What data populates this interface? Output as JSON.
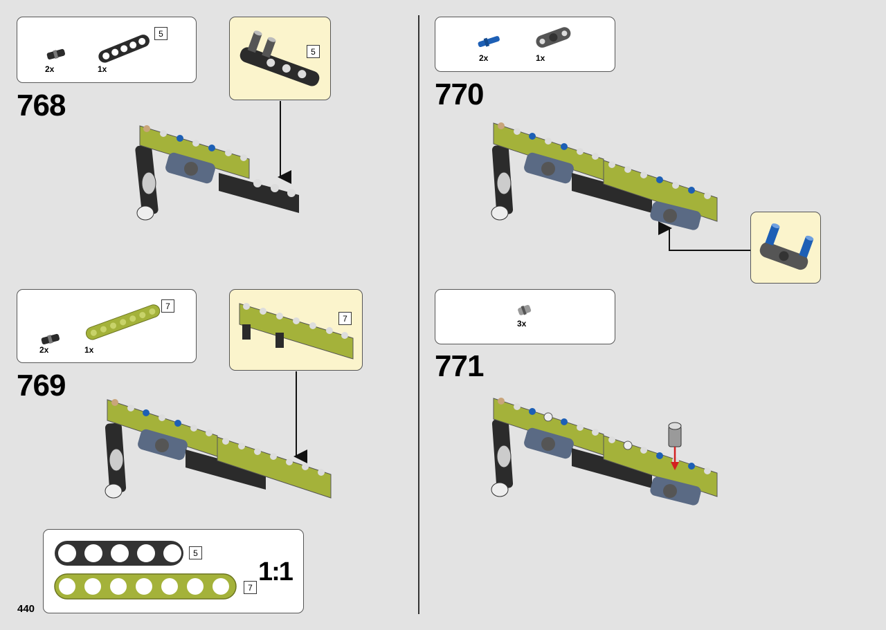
{
  "page": {
    "number": "440"
  },
  "steps": [
    {
      "number": "768",
      "parts": [
        {
          "qty": "2x",
          "icon": "pin-with-friction-icon"
        },
        {
          "qty": "1x",
          "icon": "black-beam-5-icon",
          "length": "5"
        }
      ],
      "callout_length": "5"
    },
    {
      "number": "769",
      "parts": [
        {
          "qty": "2x",
          "icon": "pin-with-friction-icon"
        },
        {
          "qty": "1x",
          "icon": "lime-beam-7-icon",
          "length": "7"
        }
      ],
      "callout_length": "7"
    },
    {
      "number": "770",
      "parts": [
        {
          "qty": "2x",
          "icon": "blue-axle-pin-icon"
        },
        {
          "qty": "1x",
          "icon": "gray-connector-icon"
        }
      ]
    },
    {
      "number": "771",
      "parts": [
        {
          "qty": "3x",
          "icon": "gray-pin-icon"
        }
      ]
    }
  ],
  "scale_reference": {
    "ratio": "1:1",
    "beams": [
      {
        "length": "5",
        "color": "#333333"
      },
      {
        "length": "7",
        "color": "#a4b23a"
      }
    ]
  },
  "colors": {
    "lime": "#a4b23a",
    "black": "#2b2b2b",
    "blue": "#1d5fb5",
    "gray": "#8a8a8a",
    "callout": "#fbf4cc",
    "red_arrow": "#d32020"
  }
}
